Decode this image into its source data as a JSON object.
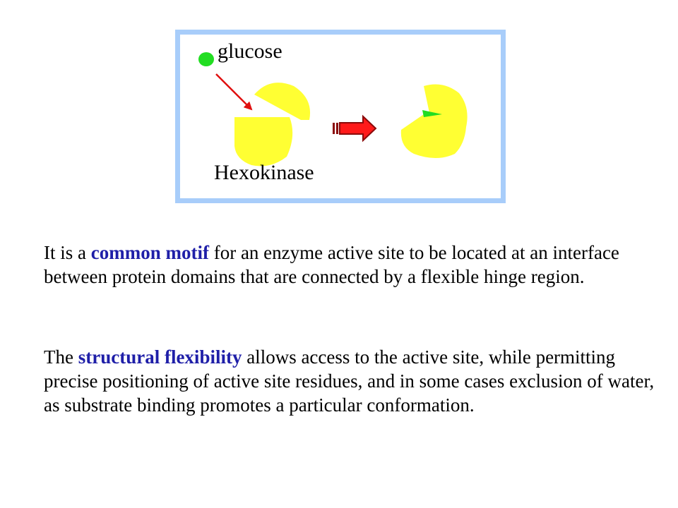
{
  "diagram": {
    "glucose_label": "glucose",
    "enzyme_label": "Hexokinase",
    "colors": {
      "frame": "#a8cdfa",
      "enzyme": "#ffff33",
      "glucose": "#22dd22",
      "arrow_line": "#e01010",
      "transition_arrow": "#ff1a1a"
    }
  },
  "paragraphs": [
    {
      "segments": [
        {
          "text": "It is a ",
          "highlight": false
        },
        {
          "text": "common motif",
          "highlight": true
        },
        {
          "text": " for an enzyme active site to be located at an interface between protein domains that are connected by a flexible hinge region.",
          "highlight": false
        }
      ]
    },
    {
      "segments": [
        {
          "text": "The ",
          "highlight": false
        },
        {
          "text": "structural flexibility",
          "highlight": true
        },
        {
          "text": " allows access to the active site, while permitting precise positioning of active site residues, and in some cases exclusion of water, as substrate binding promotes a particular conformation.",
          "highlight": false
        }
      ]
    }
  ],
  "highlight_color": "#1f1fa8"
}
